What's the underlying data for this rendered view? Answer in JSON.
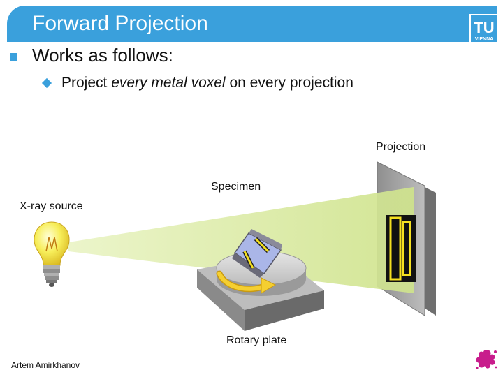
{
  "header": {
    "title": "Forward Projection",
    "logo_text_top": "TU",
    "logo_text_bottom": "VIENNA"
  },
  "content": {
    "bullet1": "Works as follows:",
    "bullet2_parts": [
      "Project ",
      "every metal voxel",
      " on every projection"
    ]
  },
  "labels": {
    "projection": "Projection",
    "specimen": "Specimen",
    "xray_source": "X-ray source",
    "rotary_plate": "Rotary plate"
  },
  "footer": {
    "author": "Artem Amirkhanov"
  },
  "colors": {
    "accent": "#3aa0dc",
    "beam": "#d6e89a",
    "bulb": "#f5e84a",
    "specimen": "#aab6e8"
  },
  "icons": [
    "tu-vienna-logo-icon",
    "light-bulb-icon",
    "rotation-arrow-icon",
    "paint-splat-icon"
  ]
}
